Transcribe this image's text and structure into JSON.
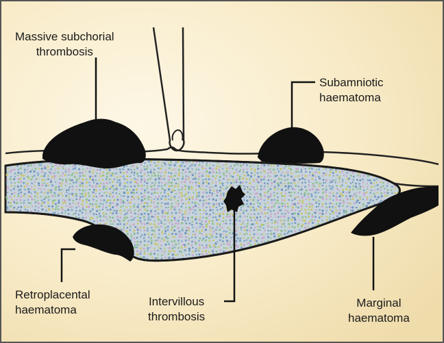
{
  "labels": {
    "massive_subchorial": "Massive subchorial\nthrombosis",
    "subamniotic": "Subamniotic\nhaematoma",
    "retroplacental": "Retroplacental\nhaematoma",
    "intervillous": "Intervillous\nthrombosis",
    "marginal": "Marginal\nhaematoma"
  },
  "colors": {
    "background_light": "#fdf7e6",
    "background_dark": "#efdcab",
    "lesion_fill": "#111111",
    "placenta_dots": [
      "#7fa6c4",
      "#8fbf8a",
      "#c9a6c9",
      "#c8c56a",
      "#6f93b9"
    ]
  }
}
